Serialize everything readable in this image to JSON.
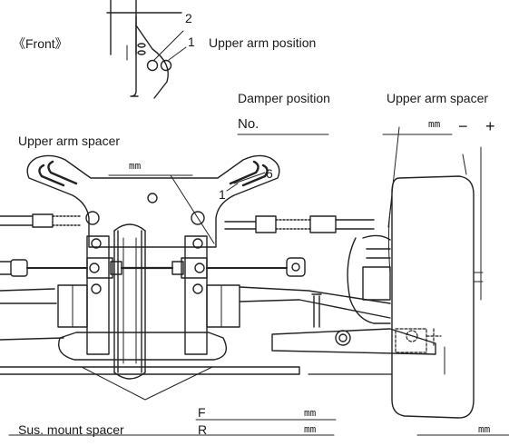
{
  "labels": {
    "front": "《Front》",
    "upper_arm_position": "Upper arm position",
    "hole_2": "2",
    "hole_1": "1",
    "damper_position": "Damper position",
    "upper_arm_spacer_right": "Upper arm spacer",
    "no": "No.",
    "unit_mm": "mm",
    "minus": "−",
    "plus": "+",
    "upper_arm_spacer_left": "Upper arm spacer",
    "tower_hole_6": "6",
    "tower_hole_1": "1",
    "f": "F",
    "r": "R",
    "sus_mount_spacer": "Sus. mount spacer"
  }
}
